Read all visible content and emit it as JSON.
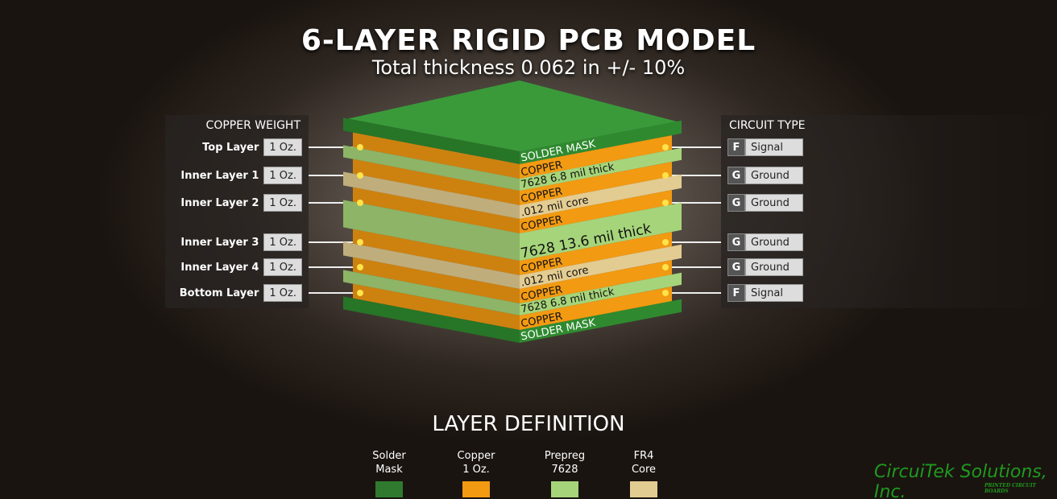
{
  "header": {
    "title": "6-LAYER RIGID PCB MODEL",
    "subtitle": "Total thickness 0.062 in +/- 10%"
  },
  "copper_weight": {
    "heading": "COPPER WEIGHT",
    "rows": [
      {
        "layer": "Top Layer",
        "weight": "1 Oz."
      },
      {
        "layer": "Inner Layer 1",
        "weight": "1 Oz."
      },
      {
        "layer": "Inner Layer 2",
        "weight": "1 Oz."
      },
      {
        "layer": "Inner Layer 3",
        "weight": "1 Oz."
      },
      {
        "layer": "Inner Layer 4",
        "weight": "1 Oz."
      },
      {
        "layer": "Bottom Layer",
        "weight": "1 Oz."
      }
    ]
  },
  "circuit_type": {
    "heading": "CIRCUIT TYPE",
    "rows": [
      {
        "code": "F",
        "type": "Signal"
      },
      {
        "code": "G",
        "type": "Ground"
      },
      {
        "code": "G",
        "type": "Ground"
      },
      {
        "code": "G",
        "type": "Ground"
      },
      {
        "code": "G",
        "type": "Ground"
      },
      {
        "code": "F",
        "type": "Signal"
      }
    ]
  },
  "stack": [
    {
      "kind": "mask",
      "label": "SOLDER MASK"
    },
    {
      "kind": "copper",
      "label": "COPPER"
    },
    {
      "kind": "prepreg",
      "label": "7628  6.8 mil thick"
    },
    {
      "kind": "copper",
      "label": "COPPER"
    },
    {
      "kind": "core",
      "label": ".012 mil core"
    },
    {
      "kind": "copper",
      "label": "COPPER"
    },
    {
      "kind": "prepreg",
      "label": "7628  13.6 mil thick"
    },
    {
      "kind": "copper",
      "label": "COPPER"
    },
    {
      "kind": "core",
      "label": ".012 mil core"
    },
    {
      "kind": "copper",
      "label": "COPPER"
    },
    {
      "kind": "prepreg",
      "label": "7628  6.8 mil thick"
    },
    {
      "kind": "copper",
      "label": "COPPER"
    },
    {
      "kind": "mask",
      "label": "SOLDER MASK"
    }
  ],
  "colors": {
    "mask": "#2f8a2f",
    "copper": "#f29a12",
    "prepreg": "#a6d47a",
    "core": "#e3cc92"
  },
  "legend": {
    "heading": "LAYER DEFINITION",
    "items": [
      {
        "line1": "Solder",
        "line2": "Mask",
        "color": "#2f7a2f"
      },
      {
        "line1": "Copper",
        "line2": "1 Oz.",
        "color": "#f29a12"
      },
      {
        "line1": "Prepreg",
        "line2": "7628",
        "color": "#a6d47a"
      },
      {
        "line1": "FR4",
        "line2": "Core",
        "color": "#e3cc92"
      }
    ]
  },
  "logo": {
    "name": "CircuiTek Solutions, Inc.",
    "tagline": "PRINTED CIRCUIT BOARDS"
  }
}
